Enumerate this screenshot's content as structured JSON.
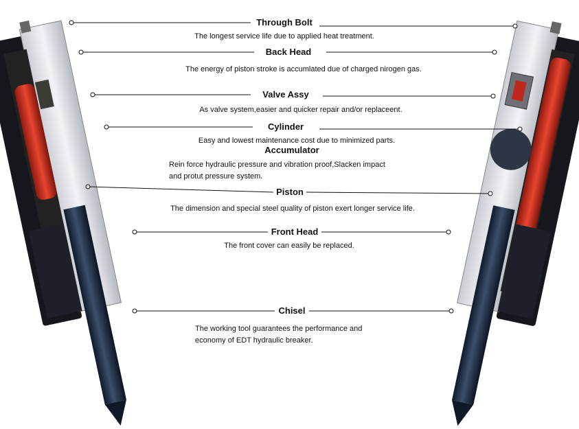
{
  "parts": [
    {
      "title": "Through Bolt",
      "desc": [
        "The longest service life due to applied heat treatment."
      ]
    },
    {
      "title": "Back Head",
      "desc": [
        "The energy of piston stroke is accumlated due of charged nirogen gas."
      ]
    },
    {
      "title": "Valve Assy",
      "desc": [
        "As valve system,easier and quicker repair and/or replaceent."
      ]
    },
    {
      "title": "Cylinder",
      "desc": [
        "Easy and lowest maintenance cost due to minimized parts."
      ]
    },
    {
      "title": "Accumulator",
      "desc": [
        "Rein force hydraulic pressure and vibration proof,Slacken impact",
        "and protut pressure system."
      ]
    },
    {
      "title": "Piston",
      "desc": [
        "The dimension and special steel quality of piston exert longer service life."
      ]
    },
    {
      "title": "Front Head",
      "desc": [
        "The front cover can easily be replaced."
      ]
    },
    {
      "title": "Chisel",
      "desc": [
        "The working tool guarantees the performance and",
        "economy of EDT hydraulic breaker."
      ]
    }
  ],
  "colors": {
    "body": "#1c1f26",
    "housing": "#e8eaef",
    "piston": "#d8321f",
    "line": "#111111"
  }
}
